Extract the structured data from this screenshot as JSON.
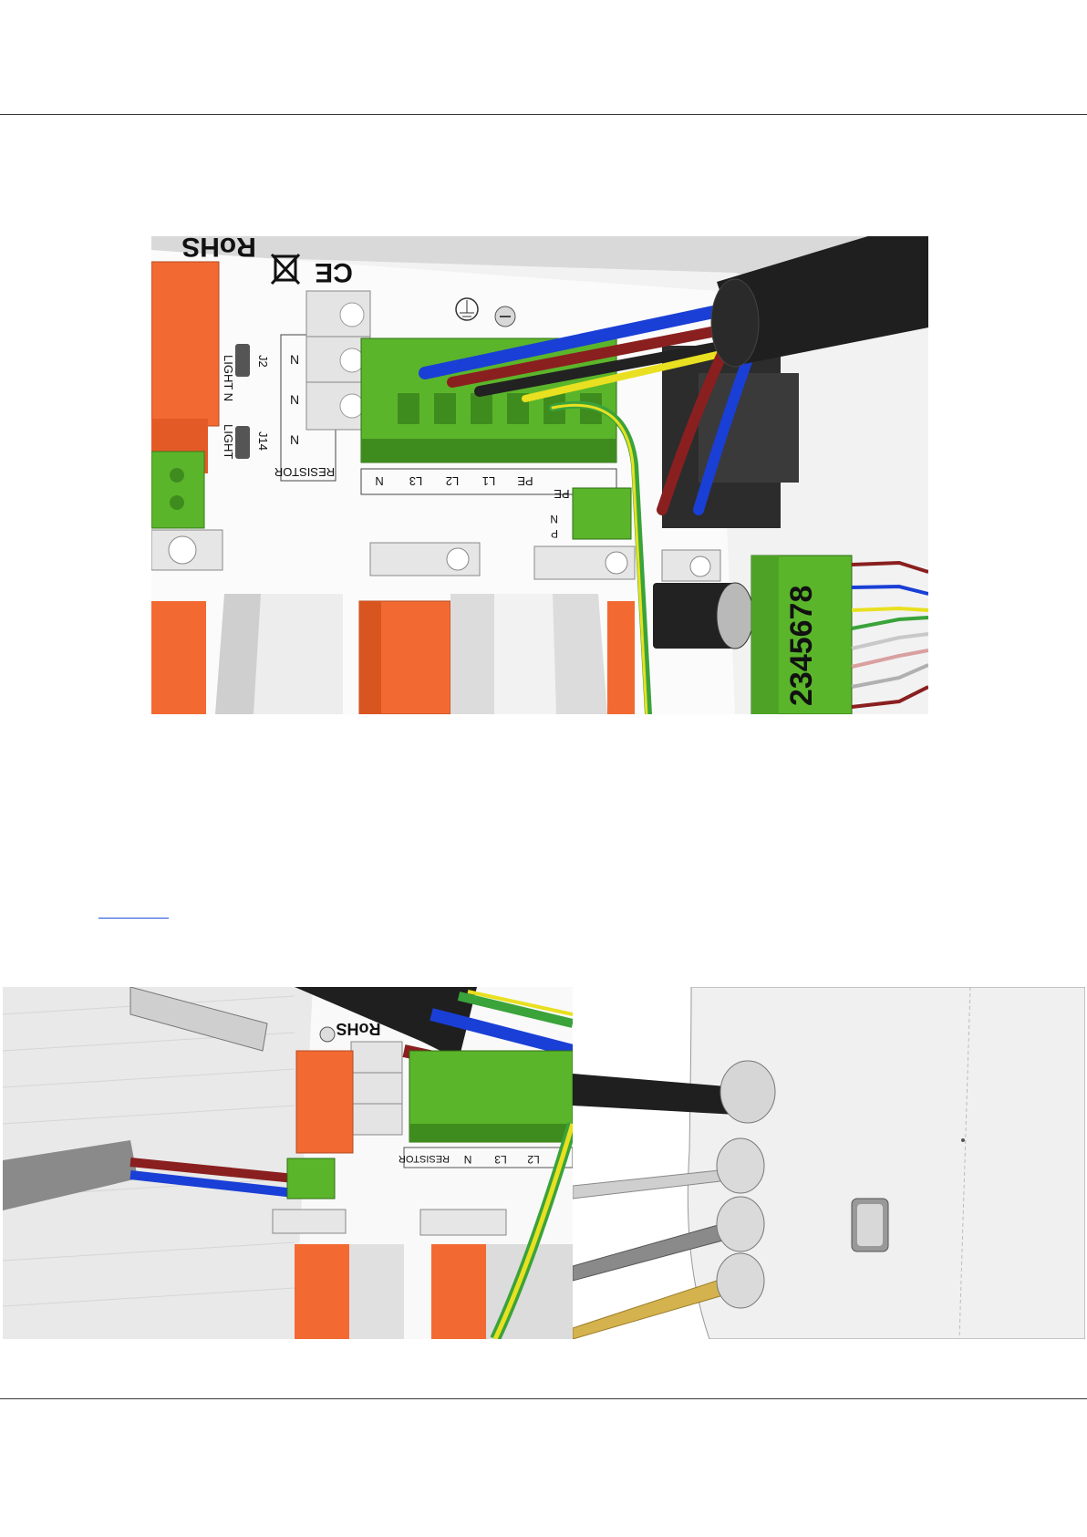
{
  "board": {
    "marks": [
      "RoHS",
      "CE"
    ],
    "terminal_labels": [
      "N",
      "L3",
      "L2",
      "L1",
      "PE",
      "PE"
    ],
    "resistor_label": "RESISTOR",
    "n_labels": [
      "N",
      "N",
      "N"
    ],
    "light_labels": [
      "LIGHT N",
      "LIGHT",
      "J14",
      "J2"
    ],
    "pn_labels": [
      "P",
      "N"
    ],
    "sensor_digits": "2345678"
  },
  "colors": {
    "terminal_green": "#5bb52b",
    "relay_orange": "#f26a32",
    "wire_blue": "#1a3fd6",
    "wire_brown": "#8a1f1f",
    "wire_black": "#222222",
    "wire_yellow": "#e8e020",
    "wire_green": "#3aa33a"
  },
  "icons": [
    "ground-icon",
    "screw-icon",
    "weee-bin-icon"
  ]
}
